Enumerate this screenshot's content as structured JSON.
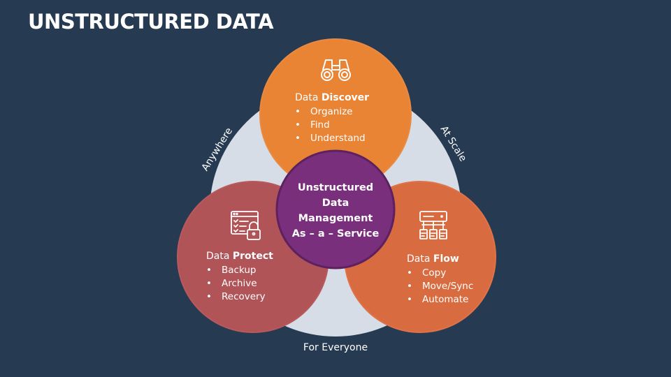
{
  "title": "UNSTRUCTURED DATA",
  "colors": {
    "background": "#263a52",
    "outer_ring": "#d6dde7",
    "discover": "#ea8435",
    "protect": "#b05458",
    "flow": "#d86b3f",
    "center": "#7a2f7c"
  },
  "center": {
    "line1": "Unstructured",
    "line2": "Data",
    "line3": "Management",
    "line4": "As – a – Service"
  },
  "discover": {
    "icon": "binoculars-icon",
    "head_prefix": "Data ",
    "head_bold": "Discover",
    "items": [
      "Organize",
      "Find",
      "Understand"
    ]
  },
  "protect": {
    "icon": "secure-checklist-icon",
    "head_prefix": "Data ",
    "head_bold": "Protect",
    "items": [
      "Backup",
      "Archive",
      "Recovery"
    ]
  },
  "flow": {
    "icon": "data-flow-icon",
    "head_prefix": "Data ",
    "head_bold": "Flow",
    "items": [
      "Copy",
      "Move/Sync",
      "Automate"
    ]
  },
  "labels": {
    "left": "Anywhere",
    "right": "At Scale",
    "bottom": "For Everyone"
  }
}
